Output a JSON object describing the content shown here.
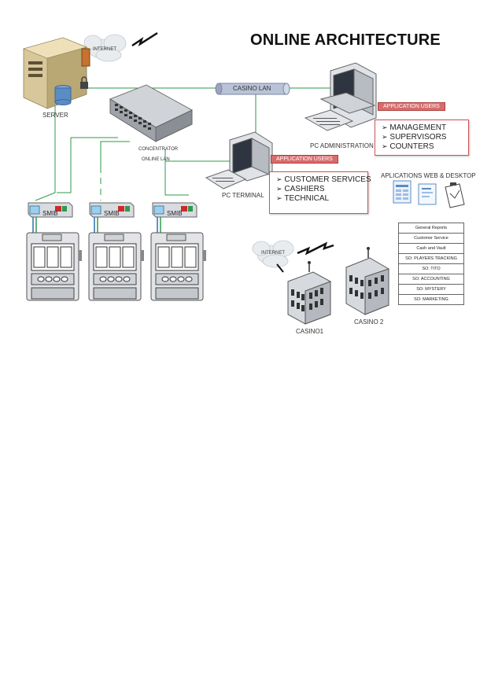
{
  "title": "ONLINE ARCHITECTURE",
  "labels": {
    "internet_top": "INTERNET",
    "server": "SERVER",
    "casino_lan": "CASINO LAN",
    "concentrator": "CONCENTRATOR",
    "online_lan": "ONLINE LAN",
    "pc_administration": "PC ADMINISTRATION",
    "pc_terminal": "PC TERMINAL",
    "smib": "SMIB",
    "internet_bottom": "INTERNET",
    "casino1": "CASINO1",
    "casino2": "CASINO 2",
    "applications_title": "APLICATIONS WEB & DESKTOP"
  },
  "admin_users": {
    "tab": "APPLICATION USERS",
    "items": [
      "MANAGEMENT",
      "SUPERVISORS",
      "COUNTERS"
    ]
  },
  "terminal_users": {
    "tab": "APPLICATION USERS",
    "items": [
      "CUSTOMER SERVICES",
      "CASHIERS",
      "TECHNICAL"
    ]
  },
  "reports": [
    "General Reports",
    "Customer Service",
    "Cash and Vault",
    "SO: PLAYERS TRACKING",
    "SO: TITO",
    "SO: ACCOUNTING",
    "SO: MYSTERY",
    "SO: MARKETING"
  ],
  "colors": {
    "green_line": "#2e9a4a",
    "blue_line": "#2a6fb0",
    "app_tab": "#d96b6b",
    "lan_pipe": "#b9c3d8"
  }
}
